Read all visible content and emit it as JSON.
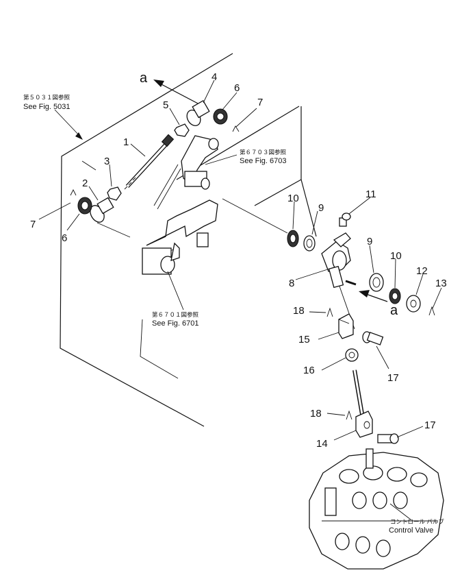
{
  "view_marker": "a",
  "references": {
    "fig5031": {
      "jp": "第５０３１図参照",
      "en": "See Fig. 5031"
    },
    "fig6703": {
      "jp": "第６７０３図参照",
      "en": "See Fig. 6703"
    },
    "fig6701": {
      "jp": "第６７０１図参照",
      "en": "See Fig. 6701"
    },
    "control_valve": {
      "jp": "コントロール バルブ",
      "en": "Control Valve"
    }
  },
  "parts": {
    "p1": "1",
    "p2": "2",
    "p3": "3",
    "p4": "4",
    "p5": "5",
    "p6": "6",
    "p7": "7",
    "p8": "8",
    "p9": "9",
    "p10": "10",
    "p11": "11",
    "p12": "12",
    "p13": "13",
    "p14": "14",
    "p15": "15",
    "p16": "16",
    "p17": "17",
    "p18": "18"
  }
}
